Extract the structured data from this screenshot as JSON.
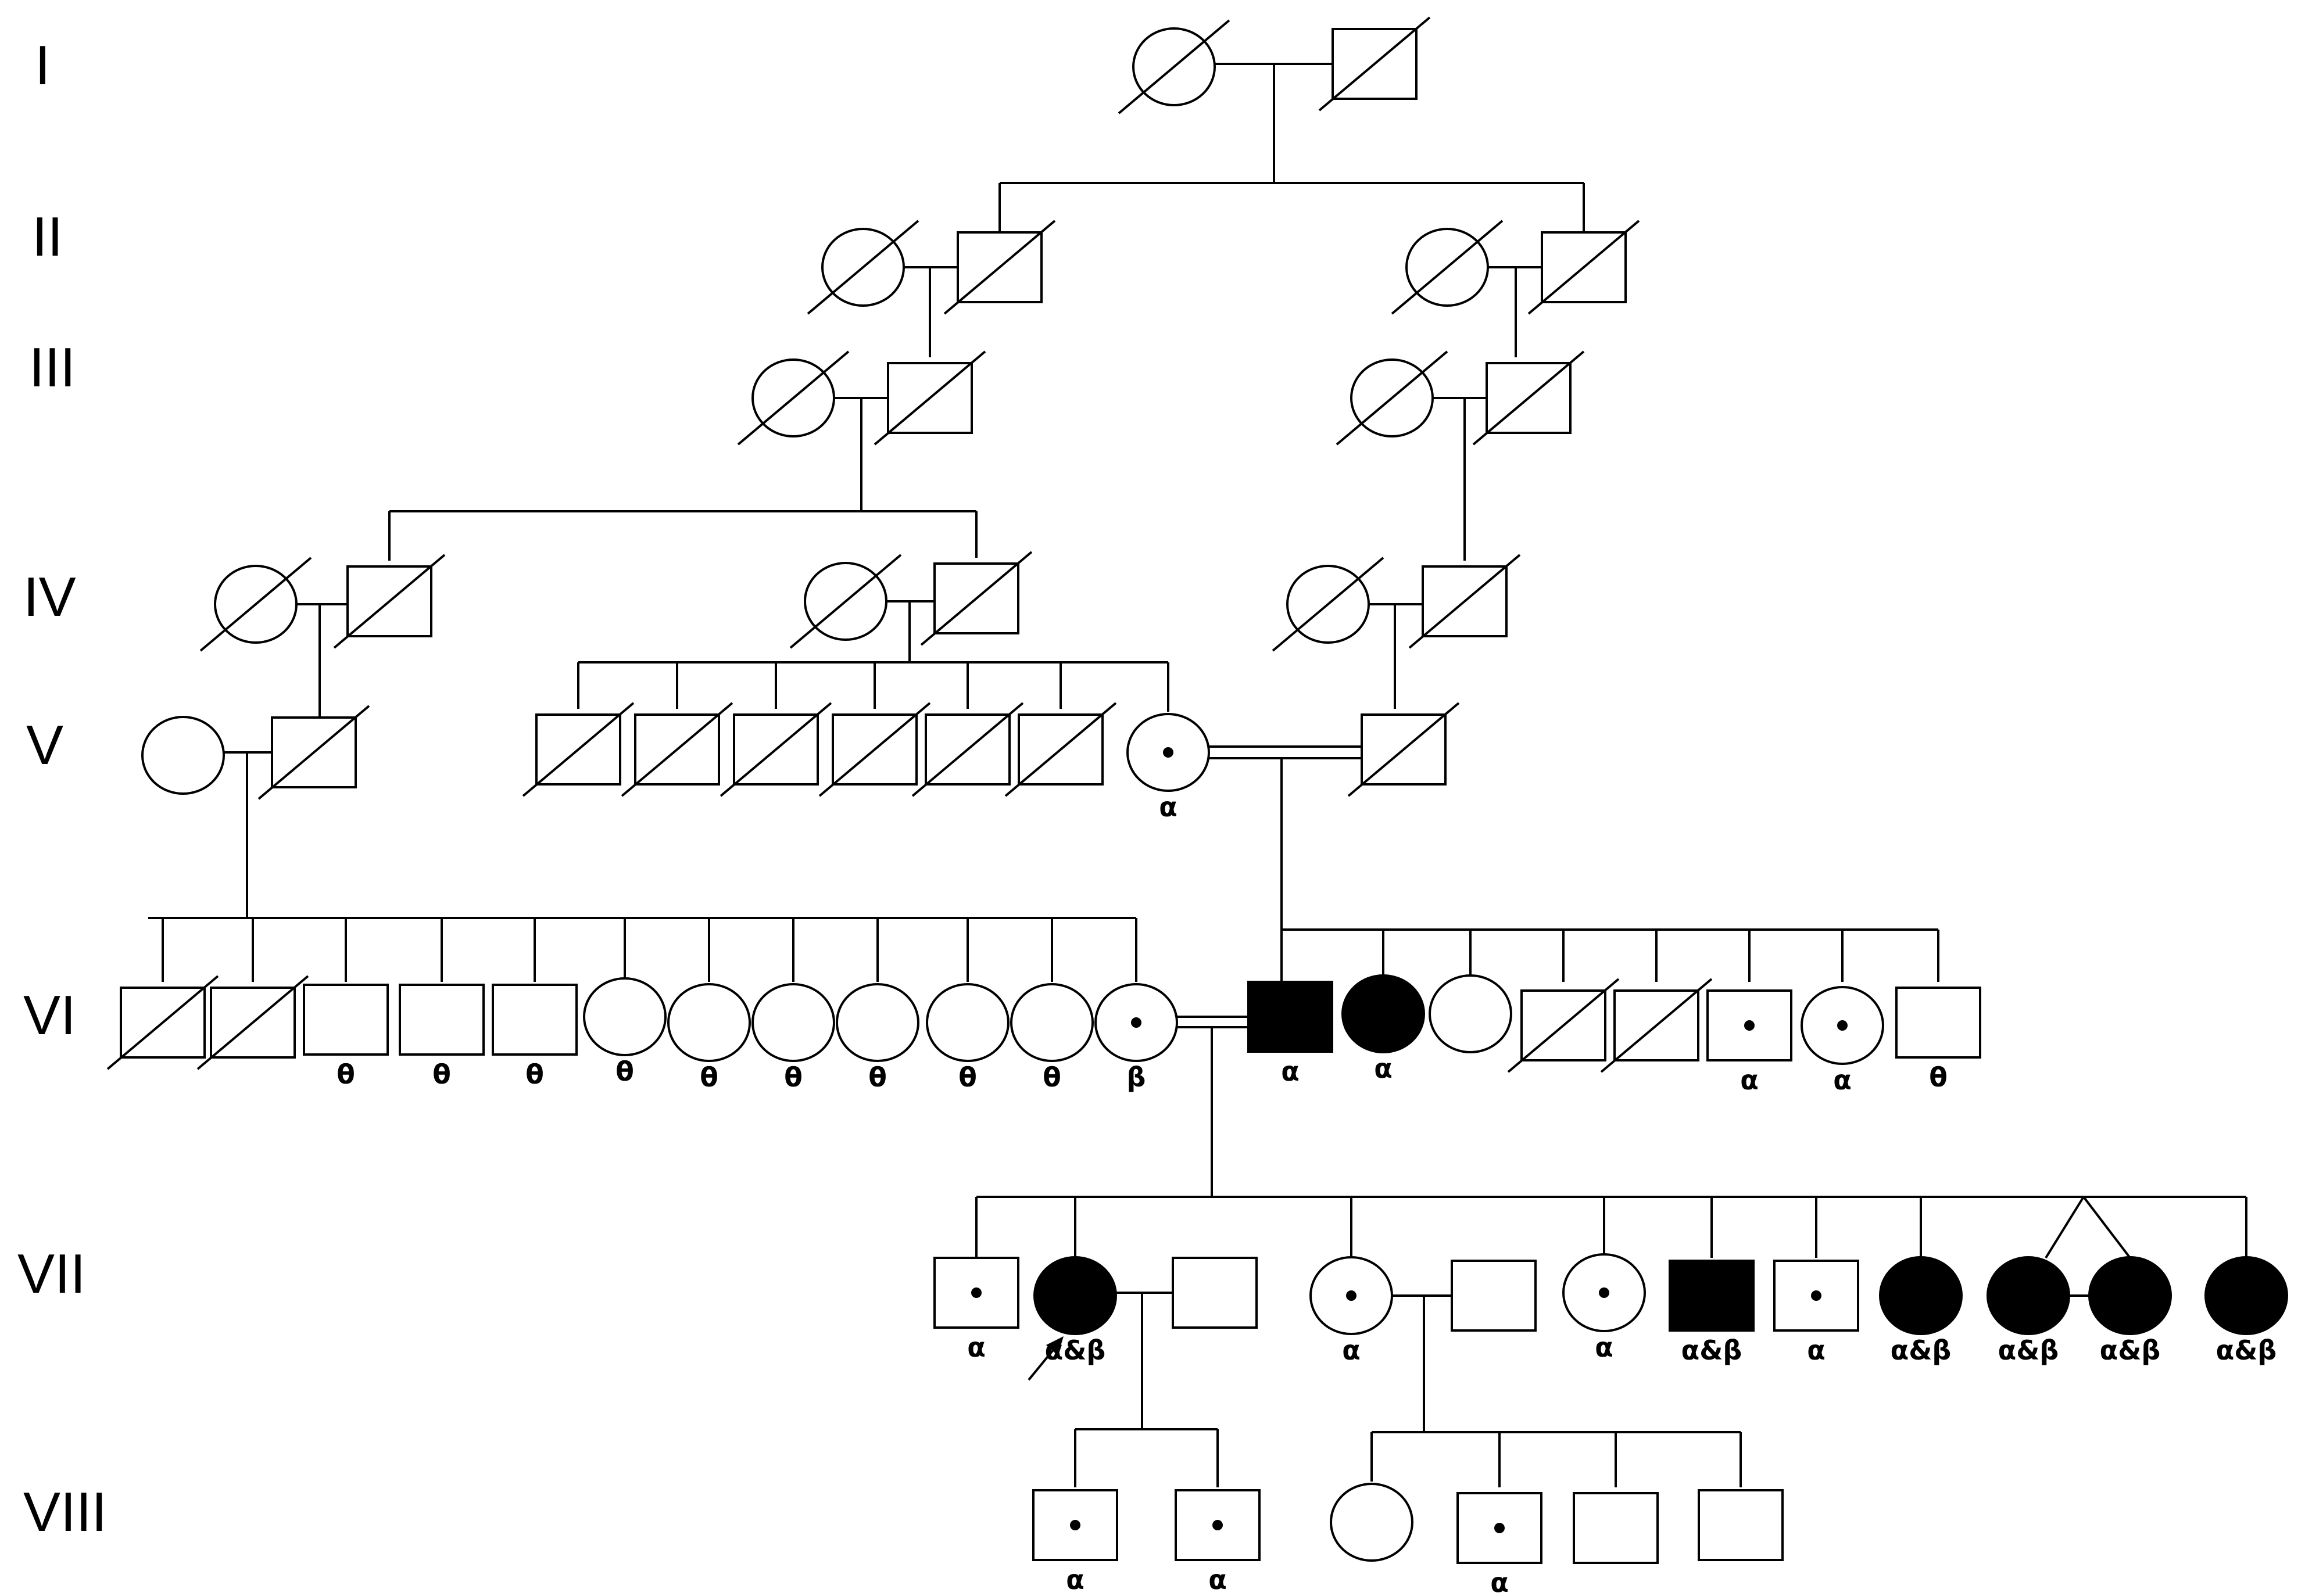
{
  "generations": [
    "I",
    "II",
    "III",
    "IV",
    "V",
    "VI",
    "VII",
    "VIII"
  ],
  "legend_symbols": {
    "male": "square",
    "female": "circle",
    "affected": "filled",
    "carrier": "central-dot",
    "deceased": "diagonal-slash",
    "consanguineous": "double-line",
    "proband": "arrow",
    "twins": "diverging-lines"
  },
  "individuals": [
    {
      "id": "I-1",
      "sex": "female",
      "status": "deceased",
      "label": ""
    },
    {
      "id": "I-2",
      "sex": "male",
      "status": "deceased",
      "label": ""
    },
    {
      "id": "II-1",
      "sex": "female",
      "status": "deceased",
      "label": ""
    },
    {
      "id": "II-2",
      "sex": "male",
      "status": "deceased",
      "label": ""
    },
    {
      "id": "II-3",
      "sex": "female",
      "status": "deceased",
      "label": ""
    },
    {
      "id": "II-4",
      "sex": "male",
      "status": "deceased",
      "label": ""
    },
    {
      "id": "III-1",
      "sex": "female",
      "status": "deceased",
      "label": ""
    },
    {
      "id": "III-2",
      "sex": "male",
      "status": "deceased",
      "label": ""
    },
    {
      "id": "III-3",
      "sex": "female",
      "status": "deceased",
      "label": ""
    },
    {
      "id": "III-4",
      "sex": "male",
      "status": "deceased",
      "label": ""
    },
    {
      "id": "IV-1",
      "sex": "female",
      "status": "deceased",
      "label": ""
    },
    {
      "id": "IV-2",
      "sex": "male",
      "status": "deceased",
      "label": ""
    },
    {
      "id": "IV-3",
      "sex": "female",
      "status": "deceased",
      "label": ""
    },
    {
      "id": "IV-4",
      "sex": "male",
      "status": "deceased",
      "label": ""
    },
    {
      "id": "IV-5",
      "sex": "female",
      "status": "deceased",
      "label": ""
    },
    {
      "id": "IV-6",
      "sex": "male",
      "status": "deceased",
      "label": ""
    },
    {
      "id": "V-1",
      "sex": "female",
      "status": "unaffected",
      "label": ""
    },
    {
      "id": "V-2",
      "sex": "male",
      "status": "deceased",
      "label": ""
    },
    {
      "id": "V-3",
      "sex": "male",
      "status": "deceased",
      "label": ""
    },
    {
      "id": "V-4",
      "sex": "male",
      "status": "deceased",
      "label": ""
    },
    {
      "id": "V-5",
      "sex": "male",
      "status": "deceased",
      "label": ""
    },
    {
      "id": "V-6",
      "sex": "male",
      "status": "deceased",
      "label": ""
    },
    {
      "id": "V-7",
      "sex": "male",
      "status": "deceased",
      "label": ""
    },
    {
      "id": "V-8",
      "sex": "male",
      "status": "deceased",
      "label": ""
    },
    {
      "id": "V-9",
      "sex": "female",
      "status": "carrier",
      "label": "α"
    },
    {
      "id": "V-10",
      "sex": "male",
      "status": "deceased",
      "label": ""
    },
    {
      "id": "VI-1",
      "sex": "male",
      "status": "deceased",
      "label": ""
    },
    {
      "id": "VI-2",
      "sex": "male",
      "status": "deceased",
      "label": ""
    },
    {
      "id": "VI-3",
      "sex": "male",
      "status": "unaffected",
      "label": "θ"
    },
    {
      "id": "VI-4",
      "sex": "male",
      "status": "unaffected",
      "label": "θ"
    },
    {
      "id": "VI-5",
      "sex": "male",
      "status": "unaffected",
      "label": "θ"
    },
    {
      "id": "VI-6",
      "sex": "female",
      "status": "unaffected",
      "label": "θ"
    },
    {
      "id": "VI-7",
      "sex": "female",
      "status": "unaffected",
      "label": "θ"
    },
    {
      "id": "VI-8",
      "sex": "female",
      "status": "unaffected",
      "label": "θ"
    },
    {
      "id": "VI-9",
      "sex": "female",
      "status": "unaffected",
      "label": "θ"
    },
    {
      "id": "VI-10",
      "sex": "female",
      "status": "unaffected",
      "label": "θ"
    },
    {
      "id": "VI-11",
      "sex": "female",
      "status": "unaffected",
      "label": "θ"
    },
    {
      "id": "VI-12",
      "sex": "female",
      "status": "carrier",
      "label": "β"
    },
    {
      "id": "VI-13",
      "sex": "male",
      "status": "affected",
      "label": "α"
    },
    {
      "id": "VI-14",
      "sex": "female",
      "status": "affected",
      "label": "α"
    },
    {
      "id": "VI-15",
      "sex": "female",
      "status": "unaffected",
      "label": ""
    },
    {
      "id": "VI-16",
      "sex": "male",
      "status": "deceased",
      "label": ""
    },
    {
      "id": "VI-17",
      "sex": "male",
      "status": "deceased",
      "label": ""
    },
    {
      "id": "VI-18",
      "sex": "male",
      "status": "carrier",
      "label": "α"
    },
    {
      "id": "VI-19",
      "sex": "female",
      "status": "carrier",
      "label": "α"
    },
    {
      "id": "VI-20",
      "sex": "male",
      "status": "unaffected",
      "label": "θ"
    },
    {
      "id": "VII-1",
      "sex": "male",
      "status": "carrier",
      "label": "α"
    },
    {
      "id": "VII-2",
      "sex": "female",
      "status": "affected",
      "label": "α&β",
      "proband": true
    },
    {
      "id": "VII-3",
      "sex": "male",
      "status": "unaffected",
      "label": ""
    },
    {
      "id": "VII-4",
      "sex": "female",
      "status": "carrier",
      "label": "α"
    },
    {
      "id": "VII-5",
      "sex": "male",
      "status": "unaffected",
      "label": ""
    },
    {
      "id": "VII-6",
      "sex": "female",
      "status": "carrier",
      "label": "α"
    },
    {
      "id": "VII-7",
      "sex": "male",
      "status": "affected",
      "label": "α&β"
    },
    {
      "id": "VII-8",
      "sex": "male",
      "status": "carrier",
      "label": "α"
    },
    {
      "id": "VII-9",
      "sex": "female",
      "status": "affected",
      "label": "α&β"
    },
    {
      "id": "VII-10",
      "sex": "female",
      "status": "affected",
      "label": "α&β"
    },
    {
      "id": "VII-11",
      "sex": "female",
      "status": "affected",
      "label": "α&β"
    },
    {
      "id": "VII-12",
      "sex": "female",
      "status": "affected",
      "label": "α&β"
    },
    {
      "id": "VIII-1",
      "sex": "male",
      "status": "carrier",
      "label": "α"
    },
    {
      "id": "VIII-2",
      "sex": "male",
      "status": "carrier",
      "label": "α"
    },
    {
      "id": "VIII-3",
      "sex": "female",
      "status": "unaffected",
      "label": ""
    },
    {
      "id": "VIII-4",
      "sex": "male",
      "status": "carrier",
      "label": "α"
    },
    {
      "id": "VIII-5",
      "sex": "male",
      "status": "unaffected",
      "label": ""
    },
    {
      "id": "VIII-6",
      "sex": "male",
      "status": "unaffected",
      "label": ""
    }
  ],
  "colors": {
    "stroke": "#000000",
    "affected_fill": "#000000",
    "background": "#ffffff"
  }
}
